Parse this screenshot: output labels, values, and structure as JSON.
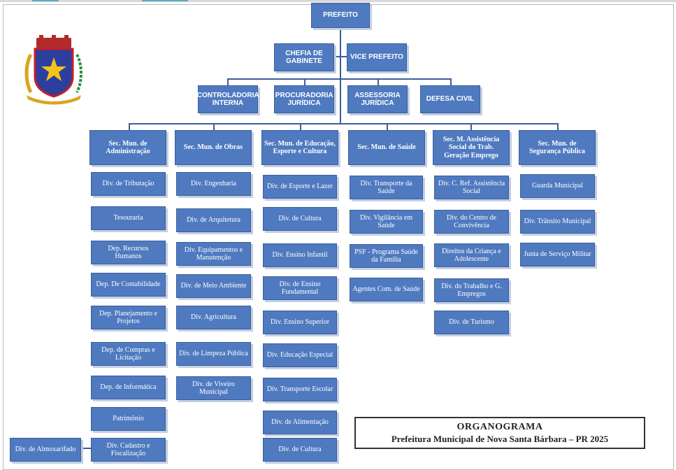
{
  "top_level": {
    "mayor": "PREFEITO",
    "cabinet": "CHEFIA DE GABINETE",
    "vice_mayor": "VICE PREFEITO"
  },
  "advisory": [
    "CONTROLADORIA INTERNA",
    "PROCURADORIA JURÍDICA",
    "ASSESSORIA JURÍDICA",
    "DEFESA CIVIL"
  ],
  "secretariats": [
    {
      "name": "Sec. Mun. de Administração",
      "units": [
        "Div. de Tributação",
        "Tesouraria",
        "Dep. Recursos Humanos",
        "Dep. De Contabilidade",
        "Dep. Planejamento e Projetos",
        "Dep. de Compras e Licitação",
        "Dep. de Informática",
        "Patrimônio",
        "Div. Cadastro e Fiscalização"
      ]
    },
    {
      "name": "Sec. Mun. de Obras",
      "units": [
        "Div.  Engenharia",
        "Div. de Arquitetura",
        "Div. Equipamentos e Manutenção",
        "Div. de Meio Ambiente",
        "Div. Agricultura",
        "Div. de Limpeza Pública",
        "Div. de Viveiro Municipal"
      ]
    },
    {
      "name": "Sec. Mun. de Educação, Esporte e Cultura",
      "units": [
        "Div. de Esporte e Lazer",
        "Div. de Cultura",
        "Div. Ensino Infantil",
        "Div. de Ensino Fundamental",
        "Div. Ensino Superior",
        "Div. Educação Especial",
        "Div. Transporte Escolar",
        "Div. de Alimentação",
        "Div. de Cultura"
      ]
    },
    {
      "name": "Sec. Mun. de Saúde",
      "units": [
        "Div. Transporte da Saúde",
        "Div. Vigilância em Saúde",
        "PSF - Programa Saúde da Família",
        "Agentes Com. de Saúde"
      ]
    },
    {
      "name": "Sec. M. Assistência Social do Trab. Geração Emprego",
      "units": [
        "Div. C. Ref. Assistência Social",
        "Div. do Centro de Convivência",
        "Direitos da Criança e Adolescente",
        "Div. do Trabalho e G. Empregos",
        "Div. de Turismo"
      ]
    },
    {
      "name": "Sec. Mun. de Segurança Pública",
      "units": [
        "Guarda Municipal",
        "Div. Trânsito Municipal",
        "Junta de Serviço Militar"
      ]
    }
  ],
  "extra_unit": "Div. de Almoxarifado",
  "title": {
    "line1": "ORGANOGRAMA",
    "line2": "Prefeitura Municipal de Nova Santa Bárbara – PR 2025"
  },
  "colors": {
    "box_fill": "#4f7ac0",
    "box_border": "#3b5e9a",
    "text": "#ffffff"
  }
}
